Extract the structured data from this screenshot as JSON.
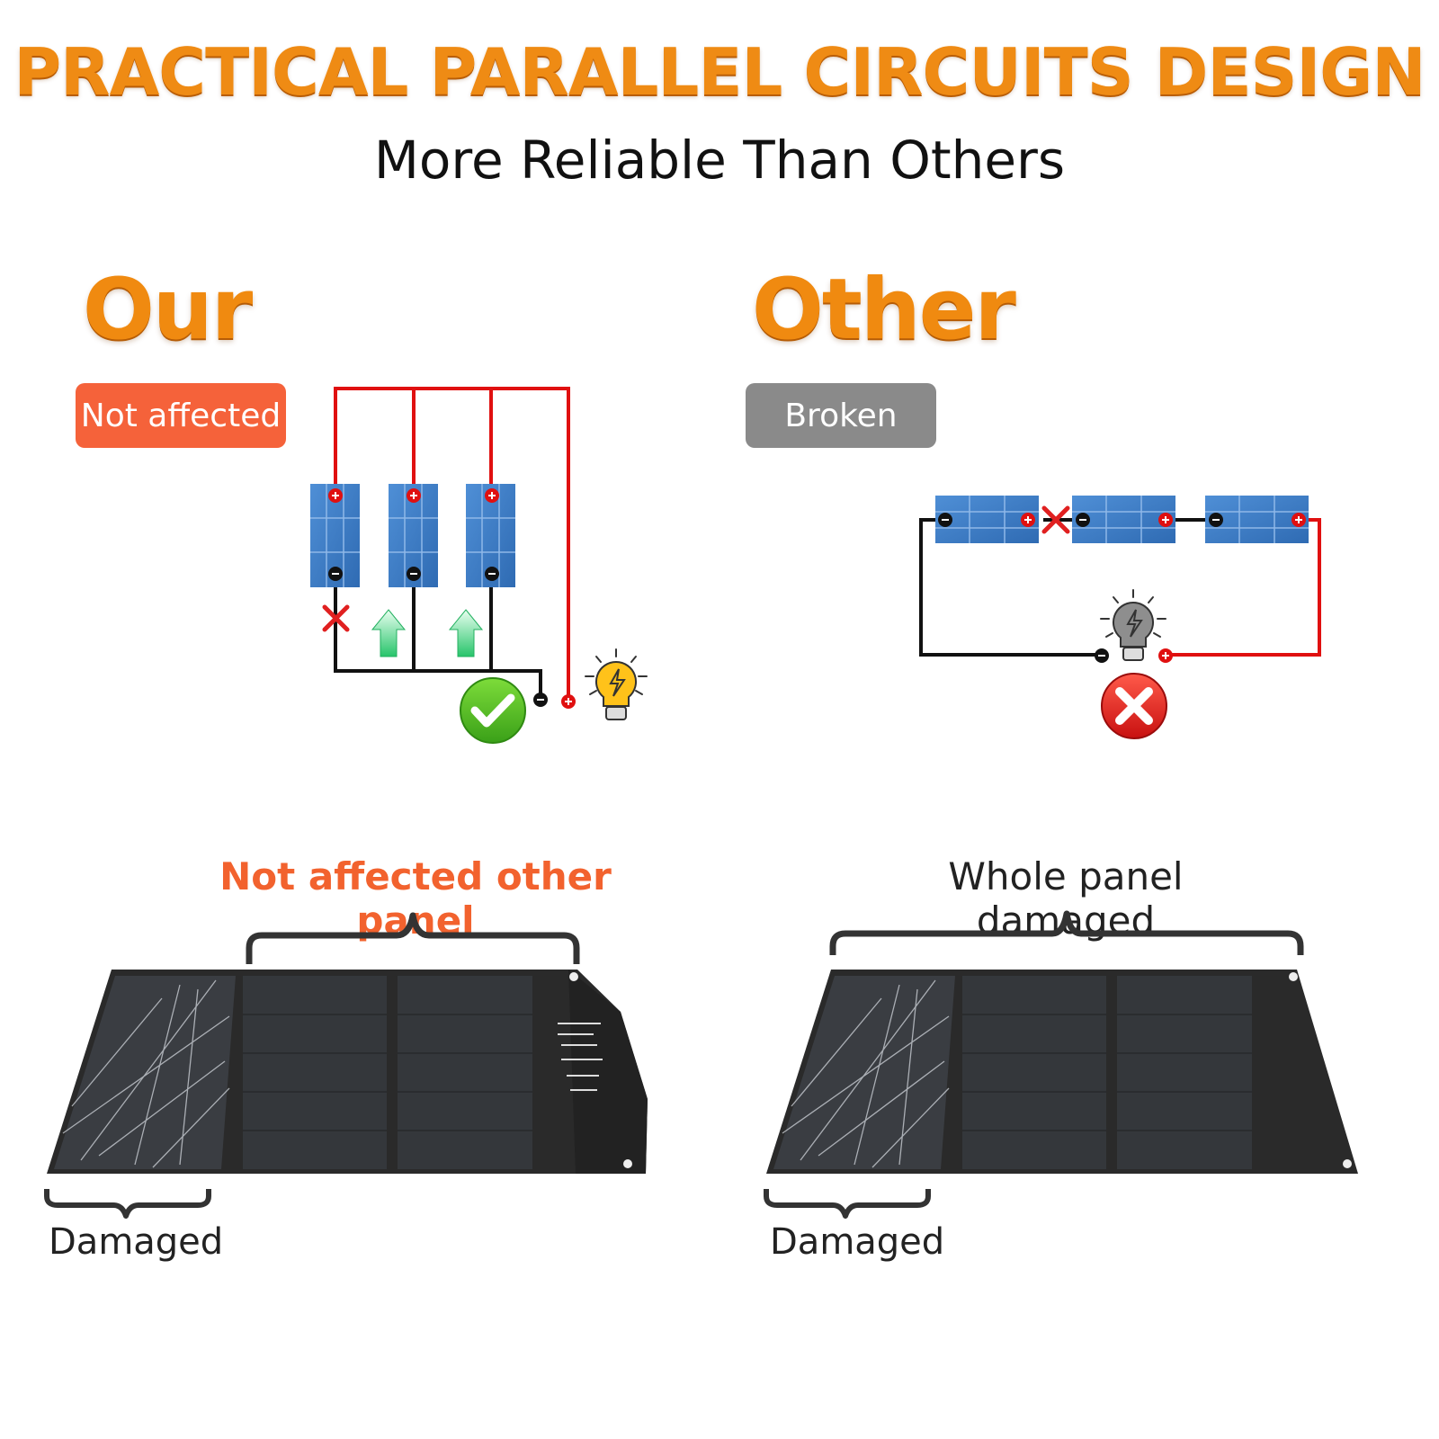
{
  "header": {
    "title": "PRACTICAL PARALLEL CIRCUITS DESIGN",
    "subtitle": "More Reliable Than Others"
  },
  "left": {
    "heading": "Our",
    "badge": "Not affected",
    "panel_caption": "Not affected other panel",
    "damaged_label": "Damaged"
  },
  "right": {
    "heading": "Other",
    "badge": "Broken",
    "panel_caption": "Whole panel damaged",
    "damaged_label": "Damaged"
  },
  "colors": {
    "accent_orange": "#f08a10",
    "badge_orange": "#f5623a",
    "badge_gray": "#8a8a8a",
    "wire_red": "#e01010",
    "wire_black": "#111111",
    "cell_blue": "#3f7fc8",
    "ok_green": "#4cb81e",
    "error_red": "#e02020"
  },
  "icons": [
    "plus-terminal-icon",
    "minus-terminal-icon",
    "break-x-icon",
    "up-arrow-icon",
    "checkmark-icon",
    "lightbulb-icon",
    "error-x-icon"
  ]
}
